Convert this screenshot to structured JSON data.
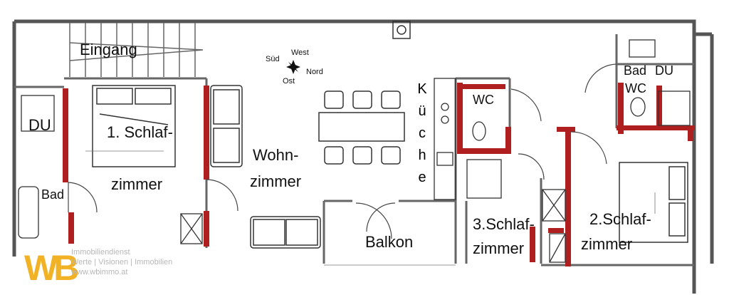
{
  "rooms": {
    "eingang": "Eingang",
    "schlaf1_a": "1. Schlaf-",
    "schlaf1_b": "zimmer",
    "du_left": "DU",
    "bad_left": "Bad",
    "wohn_a": "Wohn-",
    "wohn_b": "zimmer",
    "kueche_letters": [
      "K",
      "ü",
      "c",
      "h",
      "e"
    ],
    "wc_mid": "WC",
    "bad_right": "Bad",
    "du_right": "DU",
    "wc_right": "WC",
    "schlaf3_a": "3.Schlaf-",
    "schlaf3_b": "zimmer",
    "schlaf2_a": "2.Schlaf-",
    "schlaf2_b": "zimmer",
    "balkon": "Balkon"
  },
  "compass": {
    "north": "Nord",
    "south": "Süd",
    "east": "Ost",
    "west": "West"
  },
  "watermark": {
    "logo": "WB",
    "line1": "Immobiliendienst",
    "line2": "Werte | Visionen | Immobilien",
    "line3": "www.wbimmo.at"
  },
  "colors": {
    "wall": "#555555",
    "partition": "#b01f1f",
    "logo": "#f0a500"
  }
}
